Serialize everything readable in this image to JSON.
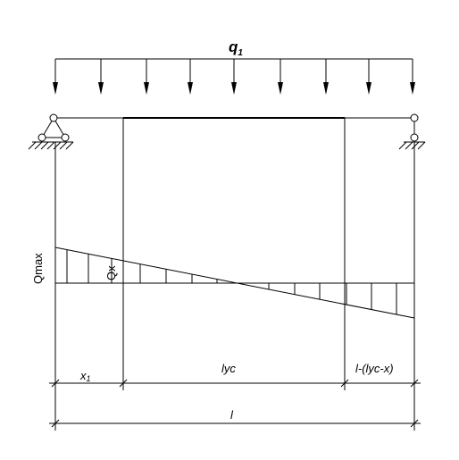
{
  "load_label": {
    "main": "q",
    "sub": "1"
  },
  "moment_labels": {
    "max": "Qmax",
    "x": "Qx"
  },
  "dimensions": {
    "x1": {
      "main": "x",
      "sub": "1"
    },
    "lyc": "lyc",
    "rest": "l-(lyc-x)",
    "total": "l"
  },
  "colors": {
    "ink": "#000000",
    "background": "#ffffff"
  }
}
